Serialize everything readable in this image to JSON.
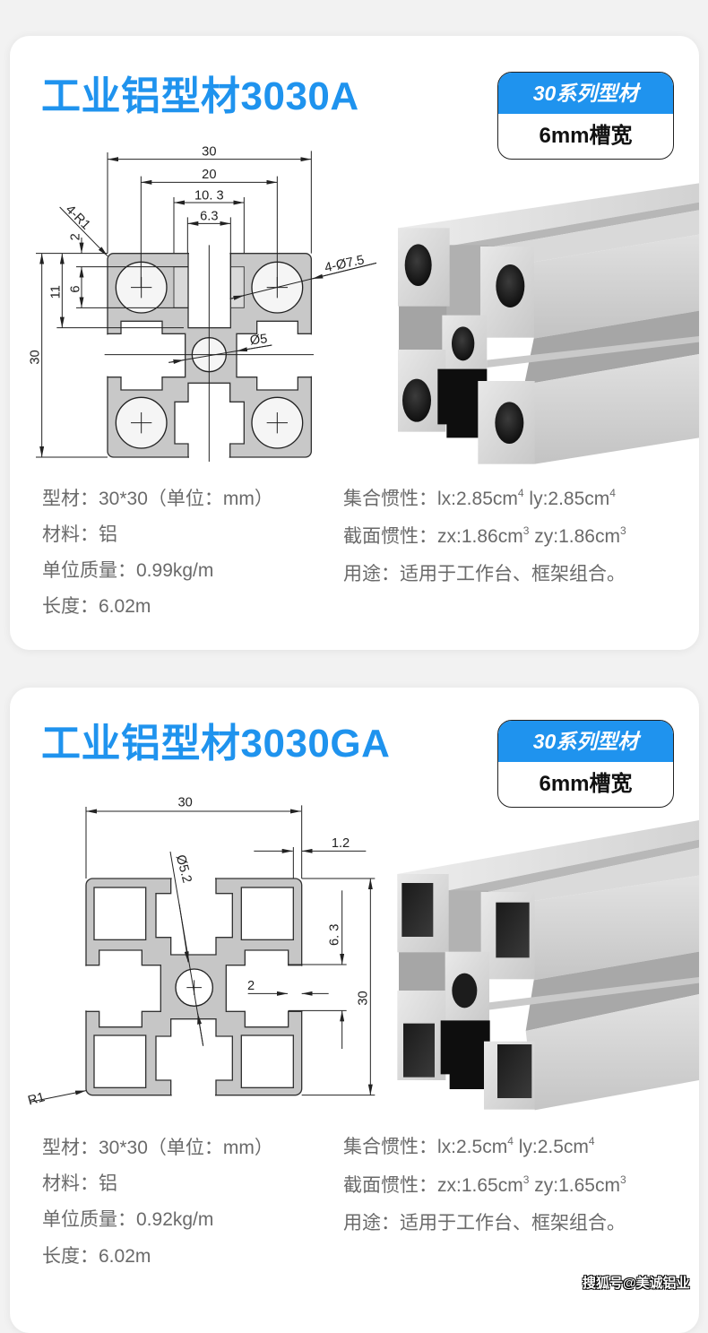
{
  "colors": {
    "accent": "#1f93ee",
    "spec_text": "#6a6a6a",
    "page_background": "#f2f2f2",
    "card_background": "#ffffff",
    "profile_grey": "#c8c8c8"
  },
  "cards": [
    {
      "title": "工业铝型材3030A",
      "badge": {
        "series": "30系列型材",
        "slot_width": "6mm槽宽"
      },
      "drawing": {
        "dim_width": "30",
        "dim_20": "20",
        "dim_10_3": "10. 3",
        "dim_6_3": "6.3",
        "corner_radius": "4-R1",
        "dim_2": "2",
        "dim_6": "6",
        "dim_11": "11",
        "dim_height": "30",
        "hole_dia": "4-Ø7.5",
        "center_hole_dia": "Ø5"
      },
      "photo": {
        "hole_shape": "round"
      },
      "specs_left": {
        "profile": "型材：30*30（单位：mm）",
        "material": "材料：铝",
        "unit_mass": "单位质量：0.99kg/m",
        "length": "长度：6.02m"
      },
      "specs_right": {
        "inertia": {
          "label": "集合惯性：",
          "x": "lx:2.85cm",
          "x_exp": "4",
          "y": "ly:2.85cm",
          "y_exp": "4"
        },
        "section": {
          "label": "截面惯性：",
          "x": "zx:1.86cm",
          "x_exp": "3",
          "y": "zy:1.86cm",
          "y_exp": "3"
        },
        "usage": "用途：适用于工作台、框架组合。"
      }
    },
    {
      "title": "工业铝型材3030GA",
      "badge": {
        "series": "30系列型材",
        "slot_width": "6mm槽宽"
      },
      "drawing": {
        "dim_width": "30",
        "dim_1_2": "1.2",
        "center_hole_dia": "Ø5.2",
        "dim_6_3": "6. 3",
        "dim_2": "2",
        "dim_height": "30",
        "corner_radius": "R1"
      },
      "photo": {
        "hole_shape": "square"
      },
      "specs_left": {
        "profile": "型材：30*30（单位：mm）",
        "material": "材料：铝",
        "unit_mass": "单位质量：0.92kg/m",
        "length": "长度：6.02m"
      },
      "specs_right": {
        "inertia": {
          "label": "集合惯性：",
          "x": "lx:2.5cm",
          "x_exp": "4",
          "y": "ly:2.5cm",
          "y_exp": "4"
        },
        "section": {
          "label": "截面惯性：",
          "x": "zx:1.65cm",
          "x_exp": "3",
          "y": "zy:1.65cm",
          "y_exp": "3"
        },
        "usage": "用途：适用于工作台、框架组合。"
      }
    }
  ],
  "watermark": "搜狐号@美诚铝业"
}
